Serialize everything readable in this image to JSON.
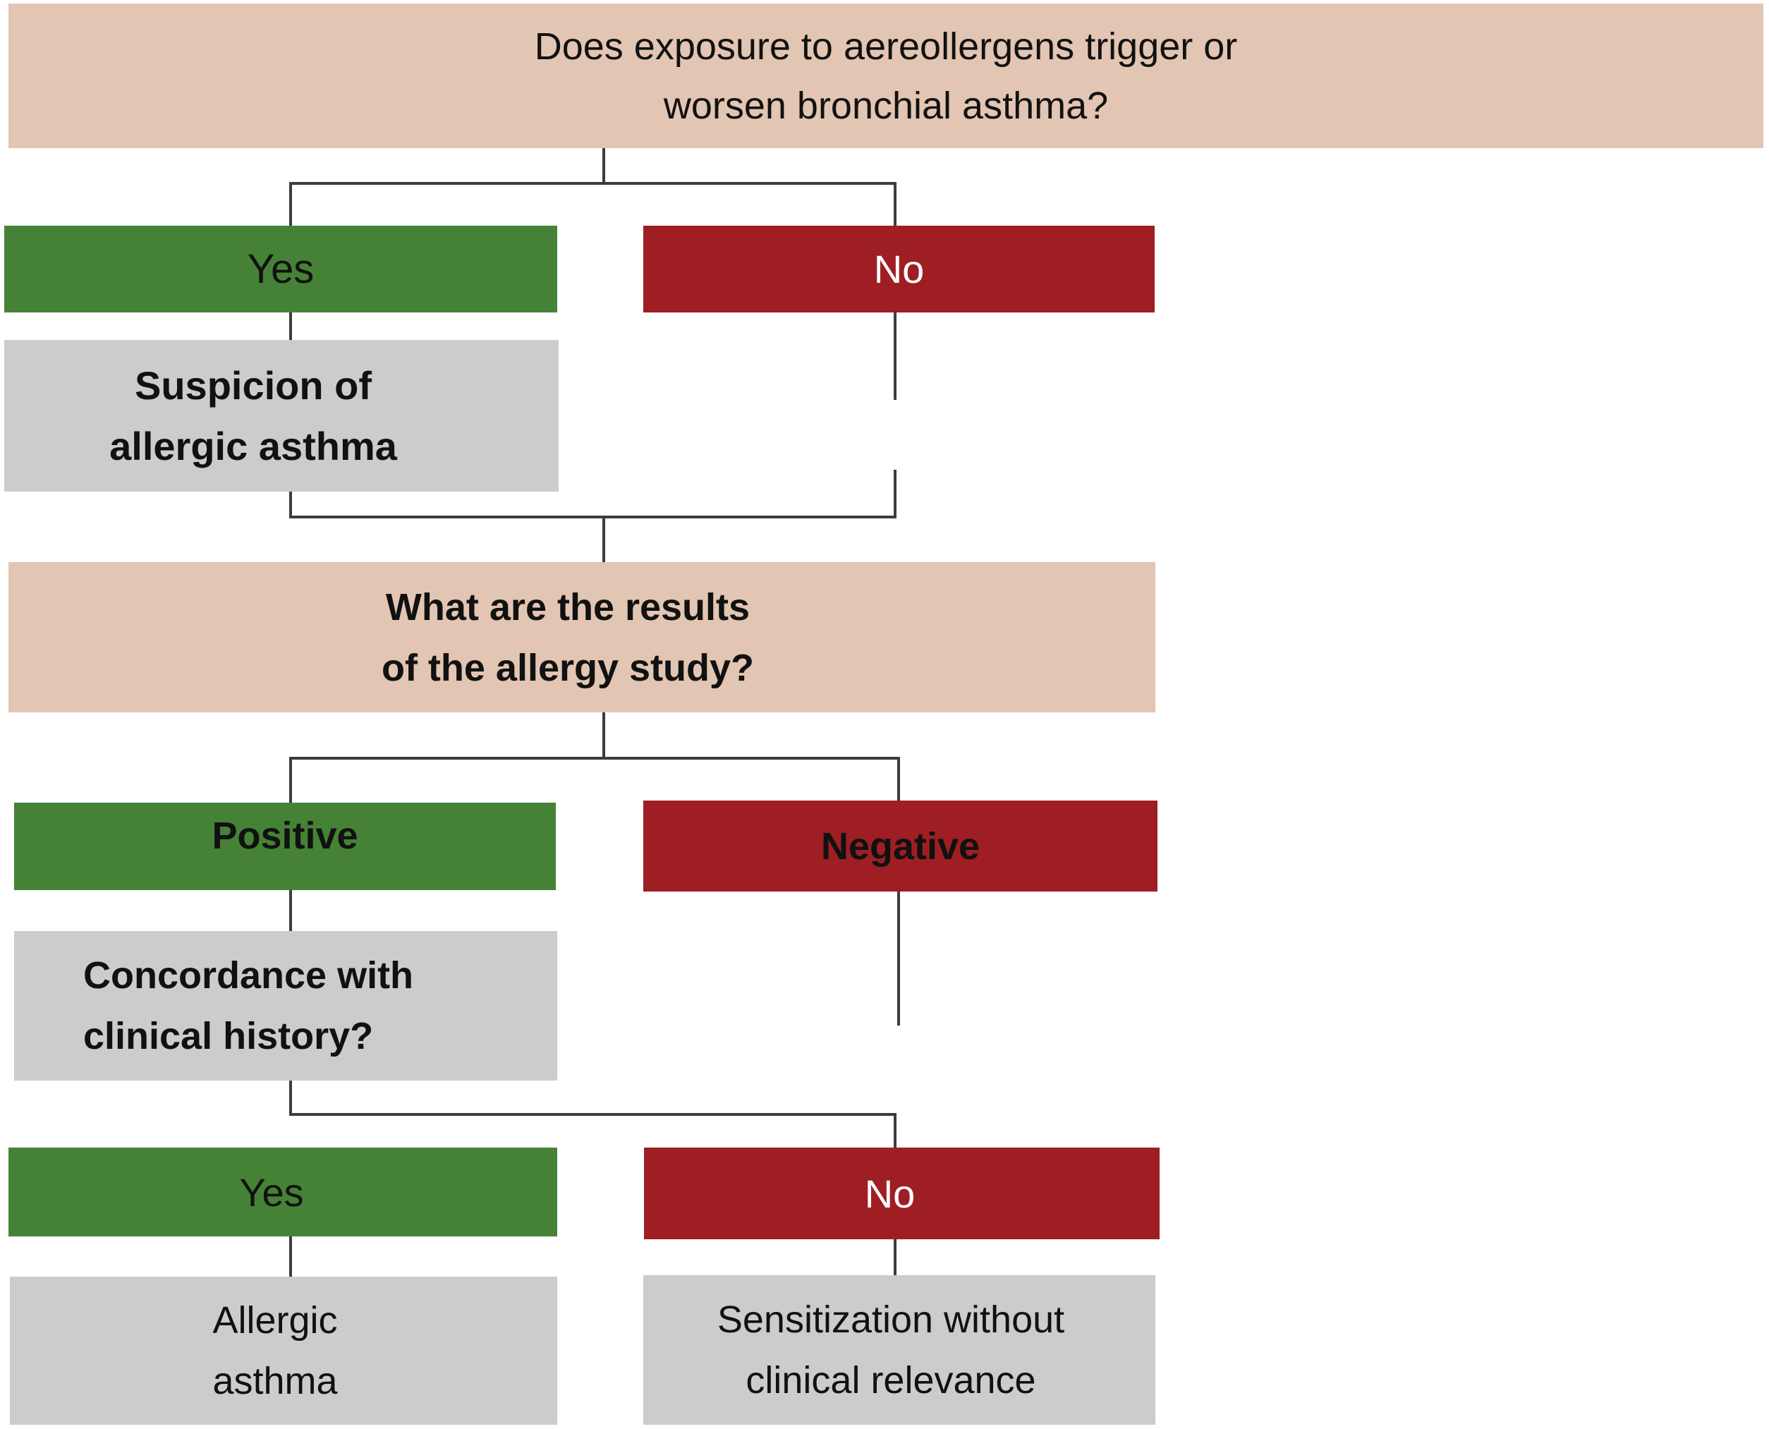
{
  "question1": {
    "line1": "Does exposure to aereollergens trigger or",
    "line2": "worsen bronchial asthma?"
  },
  "answer1": {
    "yes": "Yes",
    "no": "No"
  },
  "suspicion": {
    "line1": "Suspicion of",
    "line2": "allergic asthma"
  },
  "question2": {
    "line1": "What are the results",
    "line2": "of the allergy study?"
  },
  "result": {
    "positive": "Positive",
    "negative": "Negative"
  },
  "concordance": {
    "line1": "Concordance with",
    "line2": "clinical history?"
  },
  "answer2": {
    "yes": "Yes",
    "no": "No"
  },
  "outcome_yes": {
    "line1": "Allergic",
    "line2": "asthma"
  },
  "outcome_no": {
    "line1": "Sensitization without",
    "line2": "clinical relevance"
  },
  "colors": {
    "question": "#e2c5b2",
    "yes": "#468236",
    "no": "#9e1e24",
    "info": "#cbcccb",
    "connector": "#3c3c3c"
  }
}
